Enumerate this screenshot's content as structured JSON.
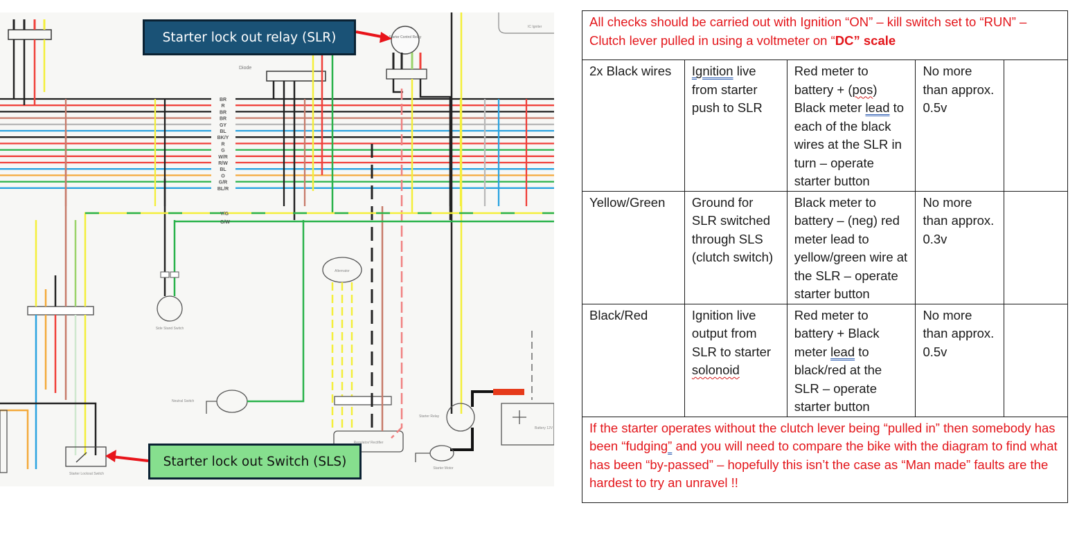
{
  "diagram": {
    "relay_label": "Starter Control Relay",
    "diode_label": "Diode",
    "side_stand_label": "Side Stand Switch",
    "neutral_label": "Neutral Switch",
    "lockout_switch_label": "Starter Lockout Switch",
    "alternator_label": "Alternator",
    "regulator_label": "Regulator/ Rectifier",
    "starter_relay_label": "Starter Relay",
    "starter_motor_label": "Starter Motor",
    "battery_label": "Battery 12V",
    "ic_igniter_label": "IC Igniter",
    "harness_labels": [
      "BR",
      "R",
      "BR",
      "BR",
      "GY",
      "BL",
      "BK/Y",
      "R",
      "G",
      "W/R",
      "R/W",
      "BL",
      "O",
      "G/R",
      "BL/R",
      "Y/G",
      "G/W"
    ],
    "wire_colors": {
      "black": "#1e1e1e",
      "red": "#f0403a",
      "brown": "#c77b6a",
      "gray": "#b9b9b9",
      "blue": "#2aa3e0",
      "yellow": "#f4ef3a",
      "green": "#29b24a",
      "orange": "#f4a93a"
    }
  },
  "callouts": {
    "slr": "Starter lock out relay (SLR)",
    "sls": "Starter lock out Switch (SLS)",
    "slr_color": "#1a5276",
    "sls_color": "#86df8e",
    "arrow_color": "#e8141a"
  },
  "table": {
    "header": {
      "part1": "All checks should be carried out with Ignition “ON” – kill switch set to “RUN” – Clutch lever pulled in using a voltmeter on “",
      "bold": "DC” scale"
    },
    "rows": [
      {
        "wire": "2x Black wires",
        "function_marked": "Ignition",
        "function_rest": " live from starter push to SLR",
        "procedure_a": "Red meter to battery + (",
        "procedure_marked": "pos",
        "procedure_b": ") Black meter ",
        "procedure_marked2": "lead",
        "procedure_c": " to each of the black wires at the SLR in turn – operate starter button",
        "limit": "No more than approx. 0.5v",
        "notes": ""
      },
      {
        "wire": "Yellow/Green",
        "function_rest": "Ground for SLR switched through SLS (clutch switch)",
        "procedure": "Black meter to battery – (neg) red meter lead to yellow/green wire at the SLR – operate starter button",
        "limit": "No more than approx. 0.3v",
        "notes": ""
      },
      {
        "wire": "Black/Red",
        "function_rest": "Ignition live output from SLR to starter ",
        "function_marked": "solonoid",
        "procedure_a": "Red meter to battery + Black meter ",
        "procedure_marked": "lead",
        "procedure_b": " to black/red at the SLR – operate starter button",
        "limit": "No more than approx. 0.5v",
        "notes": ""
      }
    ],
    "footer": {
      "a": "If the starter operates without the clutch lever being “pulled in” then somebody has been “fudging",
      "marked": "”",
      "b": " and you will need to compare the bike with the diagram to find what has been “by-passed” – hopefully this isn’t the case as “Man made” faults are the hardest to try an unravel !!"
    }
  }
}
